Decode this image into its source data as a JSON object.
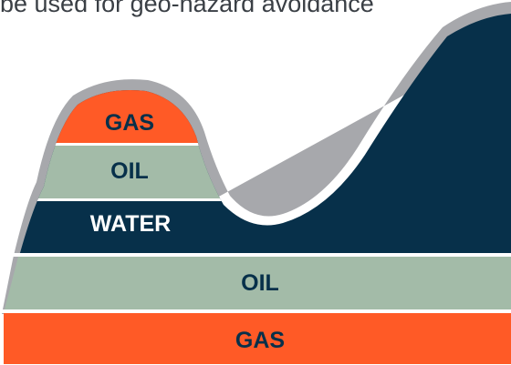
{
  "caption": "be used for geo-hazard avoidance",
  "layers": {
    "dome_gas": "GAS",
    "dome_oil": "OIL",
    "water": "WATER",
    "base_oil": "OIL",
    "base_gas": "GAS"
  },
  "colors": {
    "gas": "#ff5a26",
    "oil": "#a3bba8",
    "water": "#07304a",
    "seal": "#a7a8ac",
    "label_dark": "#07304a",
    "label_light": "#ffffff"
  }
}
